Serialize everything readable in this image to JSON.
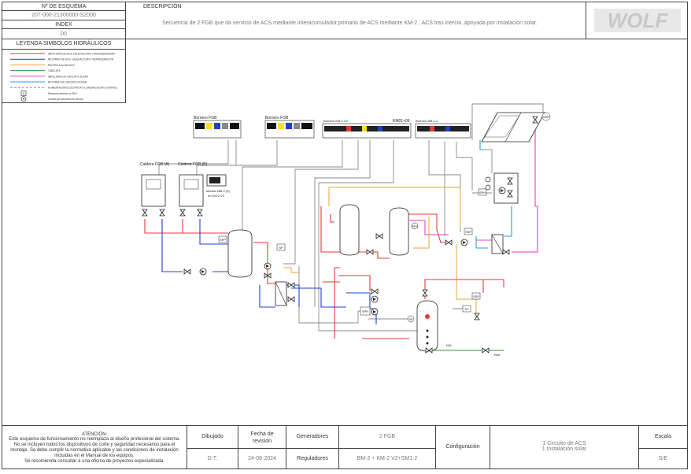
{
  "header": {
    "scheme_label": "Nº DE ESQUEMA",
    "scheme_number": "207-000-21300000-S2000",
    "index_label": "INDEX",
    "index_value": "00",
    "description_label": "DESCRIPCIÓN",
    "description_text": "Secuencia de 2  FGB que da servicio de ACS mediante interacumulador,primario de ACS mediante KM-2 , ACS tras inercia ,apoyada por instalación solar.",
    "logo_text": "WOLF"
  },
  "legend": {
    "title": "LEYENDA SIMBOLOS HIDRÁULICOS",
    "items": [
      {
        "label": "IMPULSIÓN DE ACS, CALEFACCIÓN Y REFRIGERACIÓN",
        "color": "#e53935",
        "style": "solid"
      },
      {
        "label": "RETORNO DE ACS, CALEFACCIÓN Y REFRIGERACIÓN",
        "color": "#1e40c8",
        "style": "solid"
      },
      {
        "label": "RECIRCULACIÓN ACS",
        "color": "#f0a030",
        "style": "solid"
      },
      {
        "label": "TUBO AFS",
        "color": "#2e9a3a",
        "style": "solid"
      },
      {
        "label": "IMPULSIÓN DE CIRCUITO SOLAR",
        "color": "#e040c8",
        "style": "solid"
      },
      {
        "label": "RETORNO DE CIRCUITO SOLAR",
        "color": "#22a0d8",
        "style": "solid"
      },
      {
        "label": "ALIMENTACIÓN ELÉCTRICA O COMUNICACIÓN CONTROL",
        "color": "#888888",
        "style": "dashed"
      },
      {
        "label": "Elemento eléctrico a 230V",
        "symbol": "X"
      },
      {
        "label": "Sondas y/o sensores en sensor",
        "symbol": "S"
      }
    ]
  },
  "diagram": {
    "labels": {
      "bornero1": "Bornero FGB",
      "bornero2": "Bornero FGB",
      "borneroKM": "Bornero KM-2 V2",
      "km": "KM01+09",
      "borneroBM": "Bornero BM-1-2",
      "boilerA": "Caldera FGB (A)",
      "boilerB": "Caldera FGB (B)",
      "module": "Módulo BM-2 (3)",
      "module2": "en KM-2 V2",
      "pb": "PB"
    },
    "sensor_tags": {
      "sfp": "SFP",
      "sp": "SP",
      "sph": "SPH",
      "sps": "SPS",
      "ssp": "SSP",
      "sph2": "SPH",
      "ssp2": "SSP",
      "st": "ST",
      "sp2": "SP",
      "ssp3": "SSP"
    },
    "port_labels": {
      "nia": "N/A",
      "red": "Red"
    }
  },
  "footer": {
    "warning_title": "ATENCIÓN:",
    "warning_text": "Este esquema de funcionamiento no reemplaza al diseño profesional del sistema. No se incluyen todos los dispositivos de corte y seguridad necesarios para el montaje. Se debe cumplir la normativa aplicable y las condiciones de instalación incluidas en el Manual de los equipos.",
    "warning_tail": "Se recomienda consultar a una oficina de proyectos especializada.",
    "drawn_label": "Dibujado",
    "drawn_value": "D.T.",
    "revision_label": "Fecha de revisión",
    "revision_value": "24-08-2024",
    "generators_label": "Generadores",
    "generators_value": "2 FGB",
    "regulators_label": "Reguladores",
    "regulators_value": "BM-2 + KM-2 V2+SM1-2",
    "config_label": "Configuración",
    "config_value1": "1 Circuito de ACS",
    "config_value2": "1 Instalación solar",
    "scale_label": "Escala",
    "scale_value": "S/E"
  }
}
